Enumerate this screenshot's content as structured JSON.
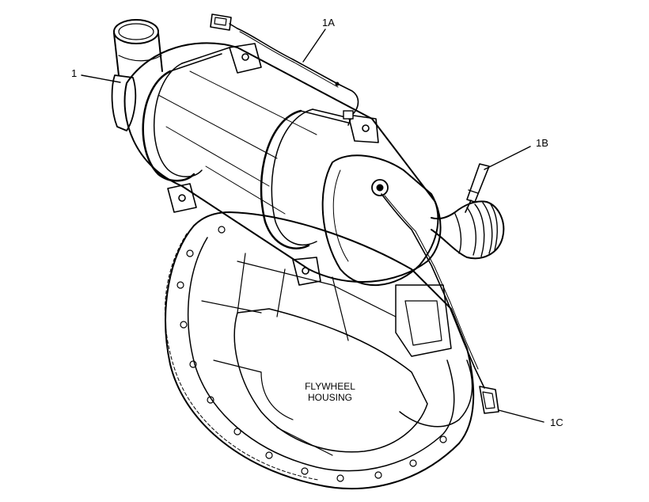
{
  "callouts": {
    "c1": "1",
    "c1a": "1A",
    "c1b": "1B",
    "c1c": "1C"
  },
  "housing_label": {
    "line1": "FLYWHEEL",
    "line2": "HOUSING"
  }
}
